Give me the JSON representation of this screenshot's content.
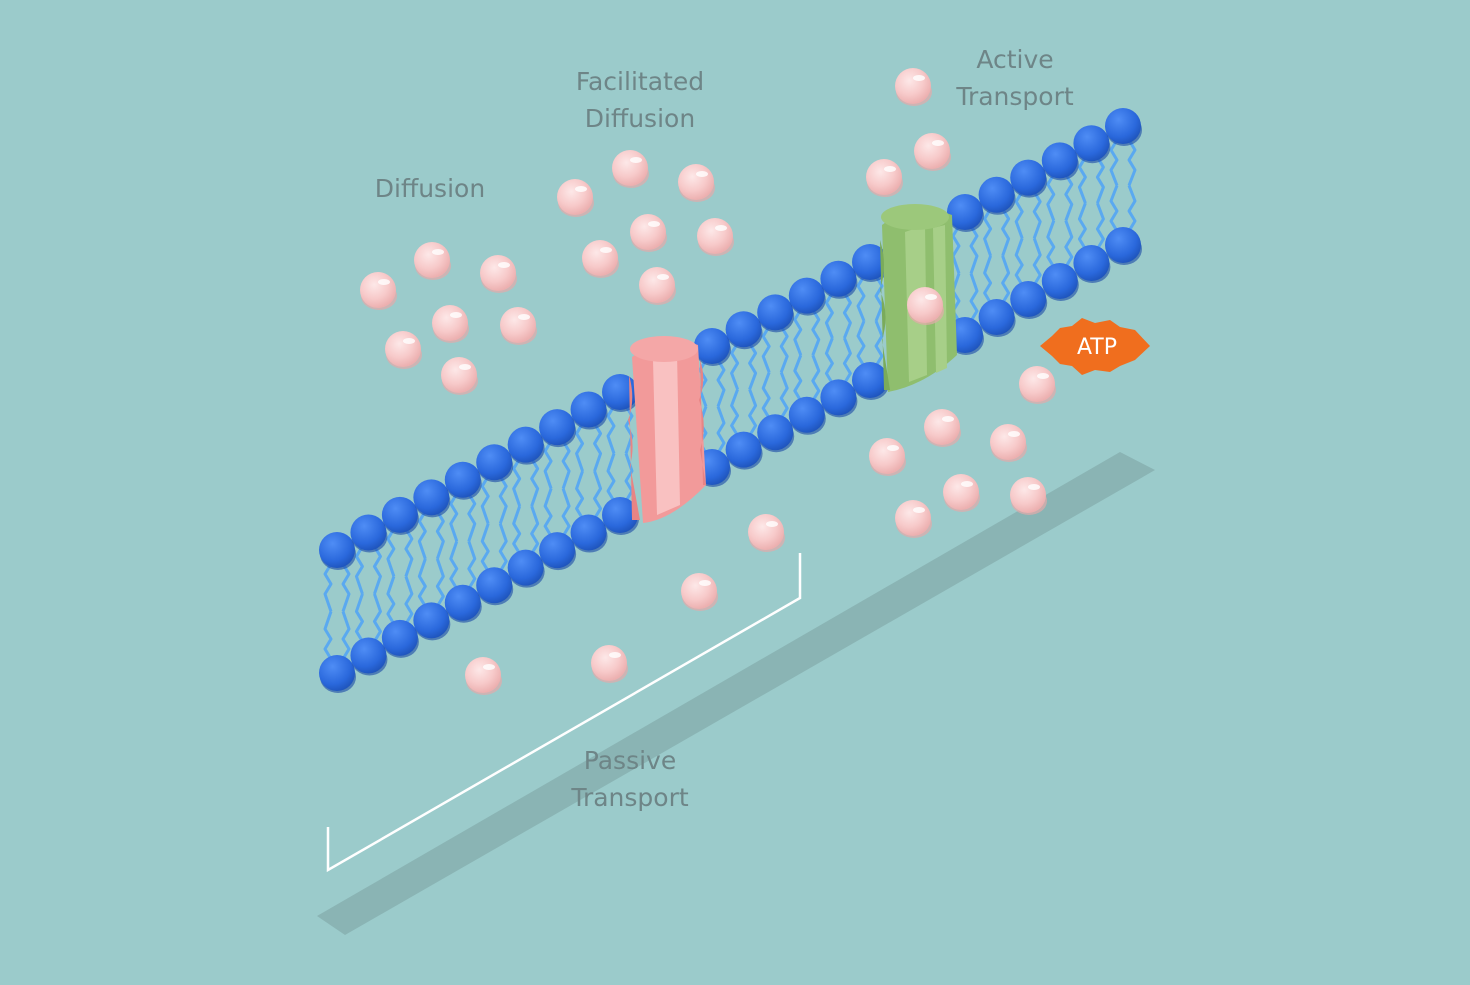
{
  "labels": {
    "diffusion": "Diffusion",
    "facilitated_line1": "Facilitated",
    "facilitated_line2": "Diffusion",
    "active_line1": "Active",
    "active_line2": "Transport",
    "passive_line1": "Passive",
    "passive_line2": "Transport",
    "atp": "ATP"
  },
  "colors": {
    "background": "#9bcbcb",
    "phospholipid_head": "#2f6fe0",
    "lipid_tail": "#5aa9f0",
    "channel_protein": "#f29a9a",
    "carrier_protein": "#8fbe6e",
    "molecule": "#f7c9c9",
    "atp_badge": "#f06e1e",
    "text": "#6e8587",
    "bracket": "#ffffff"
  },
  "icons": {
    "channel": "channel-protein-icon",
    "carrier": "carrier-protein-icon",
    "energy": "atp-burst-icon"
  }
}
